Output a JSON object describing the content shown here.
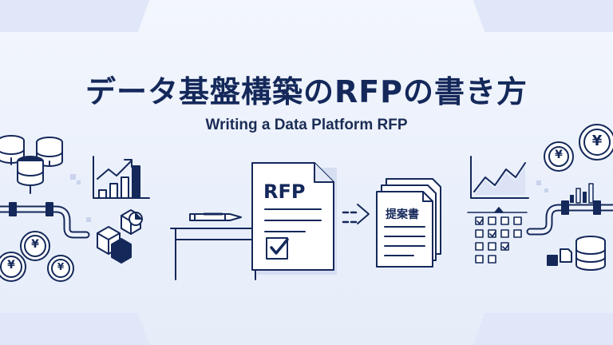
{
  "title": "データ基盤構築のRFPの書き方",
  "subtitle": "Writing a Data Platform RFP",
  "center": {
    "rfp_label": "RFP",
    "proposal_label": "提案書"
  },
  "currency_symbol": "¥",
  "colors": {
    "navy": "#14285a",
    "background": "#eef2fb",
    "accent_light": "#dfe7f8"
  }
}
